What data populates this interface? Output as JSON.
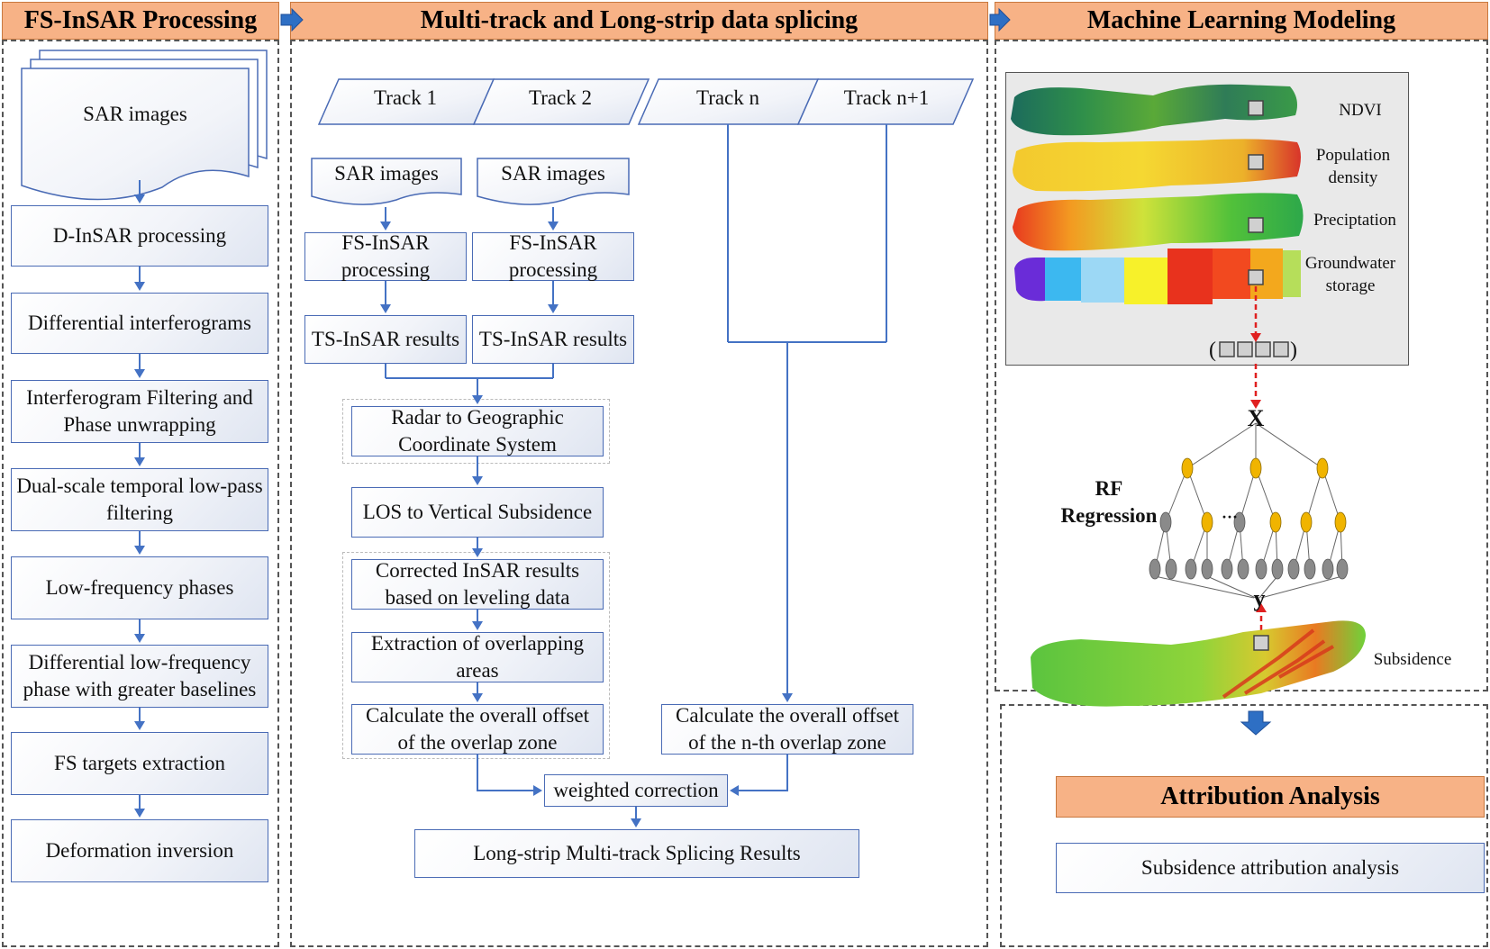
{
  "headers": {
    "fs_insar": "FS-InSAR Processing",
    "splicing": "Multi-track and Long-strip data splicing",
    "ml": "Machine Learning Modeling",
    "attribution": "Attribution Analysis"
  },
  "left": {
    "sar_images": "SAR images",
    "steps": [
      "D-InSAR processing",
      "Differential interferograms",
      "Interferogram Filtering and Phase unwrapping",
      "Dual-scale temporal low-pass filtering",
      "Low-frequency phases",
      "Differential low-frequency phase with greater baselines",
      "FS targets extraction",
      "Deformation inversion"
    ]
  },
  "middle": {
    "tracks": [
      "Track 1",
      "Track 2",
      "Track n",
      "Track n+1"
    ],
    "sar1": "SAR images",
    "sar2": "SAR images",
    "fs1": "FS-InSAR processing",
    "fs2": "FS-InSAR processing",
    "ts1": "TS-InSAR results",
    "ts2": "TS-InSAR results",
    "radar": "Radar to Geographic Coordinate System",
    "los": "LOS to Vertical Subsidence",
    "corrected": "Corrected InSAR results based on leveling data",
    "extraction": "Extraction of overlapping areas",
    "offset1": "Calculate the overall offset of the overlap zone",
    "offsetn": "Calculate the overall offset of the n-th overlap zone",
    "weighted": "weighted correction",
    "result": "Long-strip Multi-track Splicing Results"
  },
  "right": {
    "layers": [
      "NDVI",
      "Population density",
      "Preciptation",
      "Groundwater storage"
    ],
    "vector_x": "X",
    "vector_y": "y",
    "rf": "RF Regression",
    "dots": "···",
    "subsidence": "Subsidence",
    "attribution_box": "Subsidence attribution analysis"
  },
  "colors": {
    "header_fill": "#f7b286",
    "box_border": "#4a6bb5",
    "arrow": "#4472c4",
    "dashed_red": "#e02020",
    "node_yellow": "#f0b400",
    "node_gray": "#8a8a8a"
  }
}
